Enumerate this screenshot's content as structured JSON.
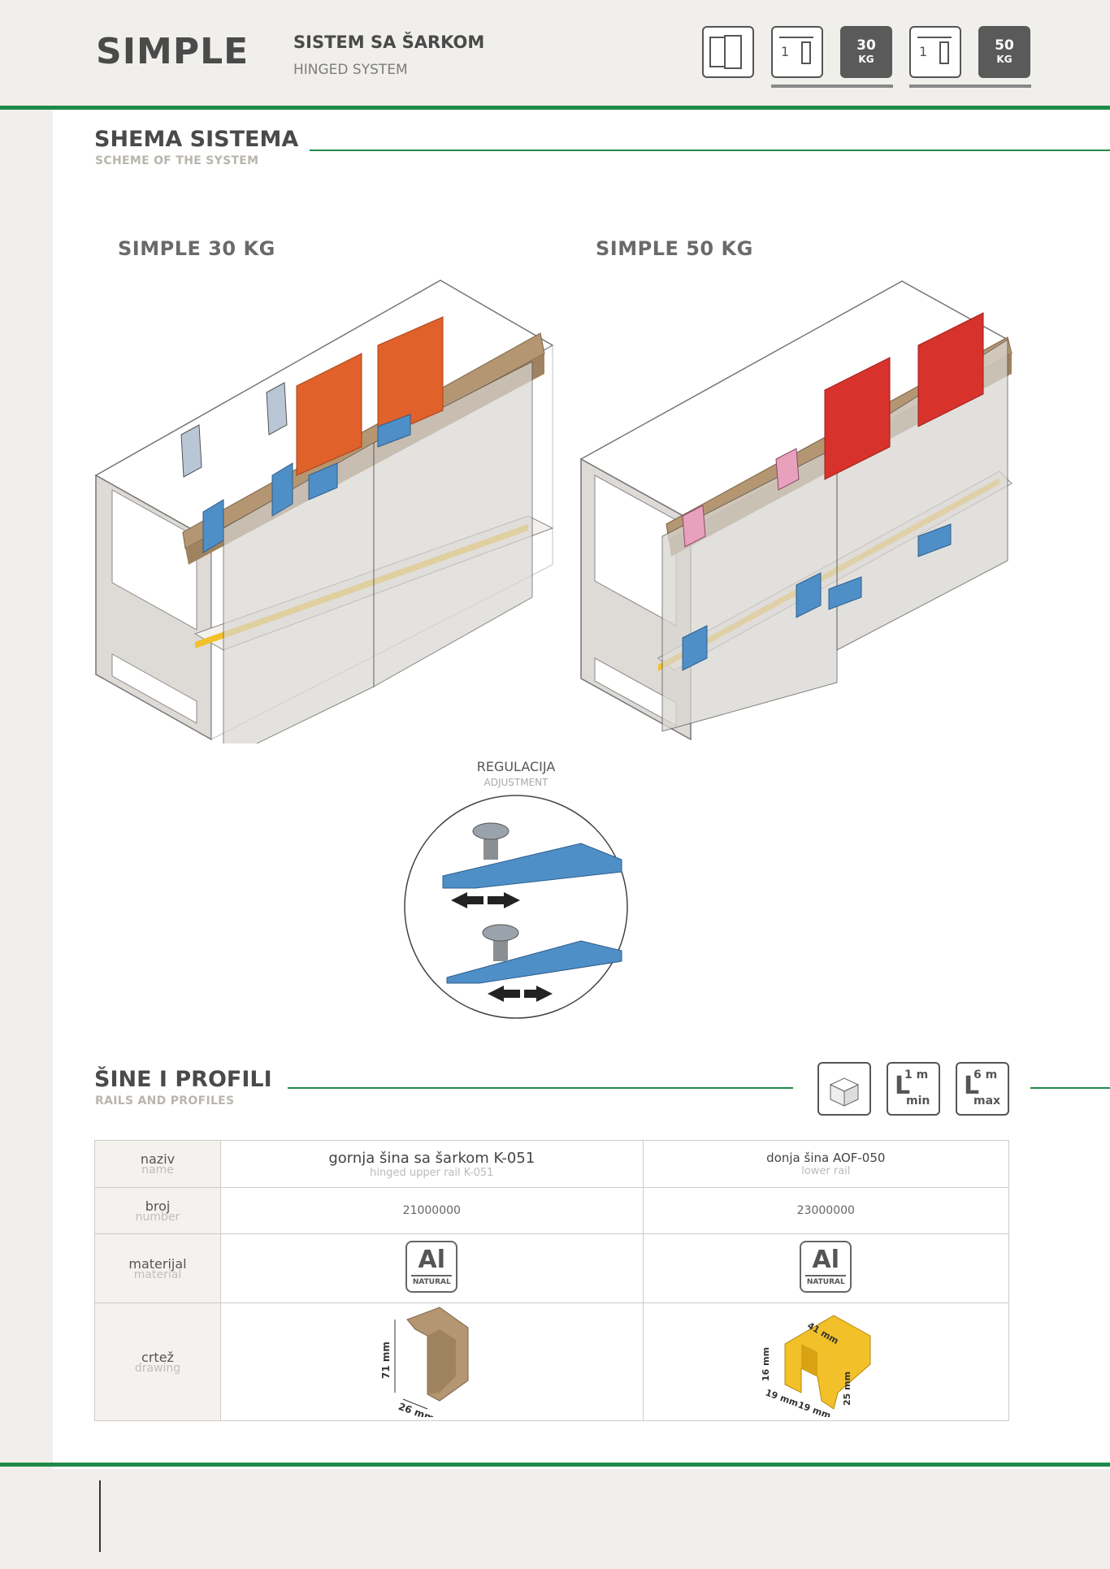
{
  "header": {
    "brand": "SIMPLE",
    "title": "SISTEM SA ŠARKOM",
    "subtitle": "HINGED SYSTEM",
    "icons": [
      {
        "name": "door-icon"
      },
      {
        "name": "one-door-icon",
        "text": "1"
      },
      {
        "name": "weight-30-icon",
        "text_top": "30",
        "text_bottom": "KG"
      },
      {
        "name": "one-door-icon",
        "text": "1"
      },
      {
        "name": "weight-50-icon",
        "text_top": "50",
        "text_bottom": "KG"
      }
    ]
  },
  "scheme": {
    "title": "SHEMA SISTEMA",
    "subtitle": "SCHEME OF THE SYSTEM",
    "model_left": "SIMPLE 30 KG",
    "model_right": "SIMPLE 50 KG",
    "adjustment_title": "REGULACIJA",
    "adjustment_subtitle": "ADJUSTMENT"
  },
  "rails": {
    "title": "ŠINE I PROFILI",
    "subtitle": "RAILS AND PROFILES",
    "icons": [
      {
        "name": "package-icon"
      },
      {
        "name": "length-min-icon",
        "top": "1 m",
        "bottom": "min"
      },
      {
        "name": "length-max-icon",
        "top": "6 m",
        "bottom": "max"
      }
    ],
    "rows": {
      "name": {
        "label": "naziv",
        "label_en": "name"
      },
      "number": {
        "label": "broj",
        "label_en": "number"
      },
      "material": {
        "label": "materijal",
        "label_en": "material"
      },
      "drawing": {
        "label": "crtež",
        "label_en": "drawing"
      }
    },
    "columns": [
      {
        "name": "gornja šina sa šarkom K-051",
        "name_en": "hinged upper rail K-051",
        "number": "21000000",
        "material": "Al",
        "material_sub": "NATURAL",
        "dims": [
          "71 mm",
          "26 mm"
        ],
        "color": "#b59672"
      },
      {
        "name": "donja šina AOF-050",
        "name_en": "lower rail",
        "number": "23000000",
        "material": "Al",
        "material_sub": "NATURAL",
        "dims": [
          "16 mm",
          "41 mm",
          "19 mm",
          "19 mm",
          "25 mm"
        ],
        "color": "#f2b71e"
      }
    ]
  },
  "colors": {
    "accent_green": "#1e8a4a",
    "orange_bracket": "#e0612a",
    "red_bracket": "#d8322c",
    "blue_part": "#4f8fc7",
    "pink_part": "#e7a1bd",
    "yellow_rail": "#f2c029",
    "wood_rail": "#b59672"
  }
}
